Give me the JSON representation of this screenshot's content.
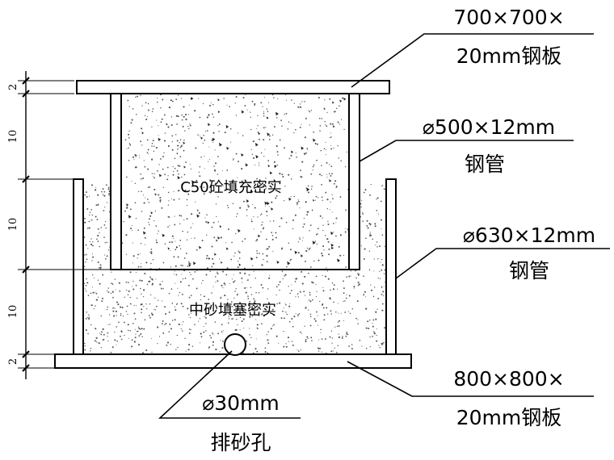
{
  "top_plate": {
    "size_line1": "700×700×",
    "size_line2": "20mm钢板"
  },
  "inner_pipe": {
    "spec": "⌀500×12mm",
    "material": "钢管"
  },
  "outer_pipe": {
    "spec": "⌀630×12mm",
    "material": "钢管"
  },
  "bottom_plate": {
    "size_line1": "800×800×",
    "size_line2": "20mm钢板"
  },
  "drain_hole": {
    "spec": "⌀30mm",
    "name": "排砂孔"
  },
  "concrete_fill": "C50砼填充密实",
  "sand_fill": "中砂填塞密实",
  "dimensions": [
    "2",
    "10",
    "10",
    "10",
    "2"
  ]
}
